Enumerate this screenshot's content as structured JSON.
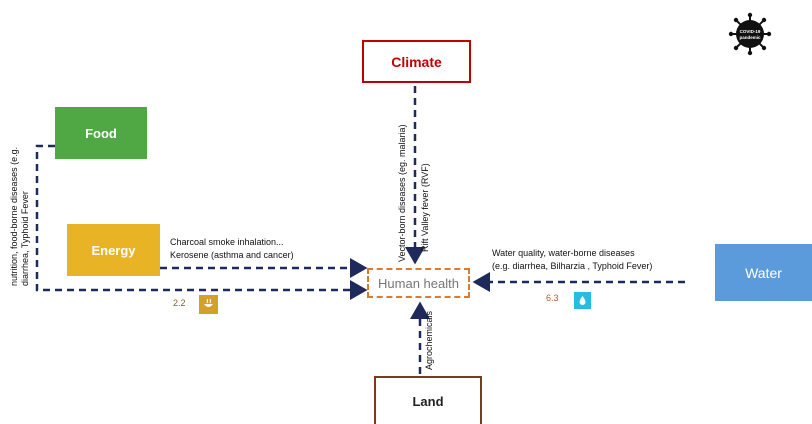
{
  "nodes": {
    "climate": "Climate",
    "food": "Food",
    "energy": "Energy",
    "water": "Water",
    "land": "Land",
    "human_health": "Human health"
  },
  "links": {
    "food": "nutrition, food-borne diseases (e.g. diarrhea, Typhoid Fever",
    "energy_line1": "Charcoal smoke inhalation...",
    "energy_line2": "Kerosene (asthma and cancer)",
    "climate_1": "Vector-born diseases (eg. malaria)",
    "climate_2": "Rift Valley fever (RVF)",
    "water_line1": "Water quality, water-borne diseases",
    "water_line2": "(e.g. diarrhea, Bilharzia , Typhoid Fever)",
    "land": "Agrochemicals"
  },
  "sdg": {
    "food_target": "2.2",
    "water_target": "6.3",
    "food_color": "#d3a029",
    "water_color": "#26bde2"
  },
  "colors": {
    "climate": "#c00000",
    "food": "#4fa843",
    "energy": "#e8b425",
    "water": "#5b9bdc",
    "land": "#7b3a1c",
    "human_health": "#e07a2a",
    "arrow": "#1f2a5c"
  },
  "logo": {
    "icon": "covid-pandemic-virus-icon",
    "text": "COVID-19 pandemic"
  }
}
